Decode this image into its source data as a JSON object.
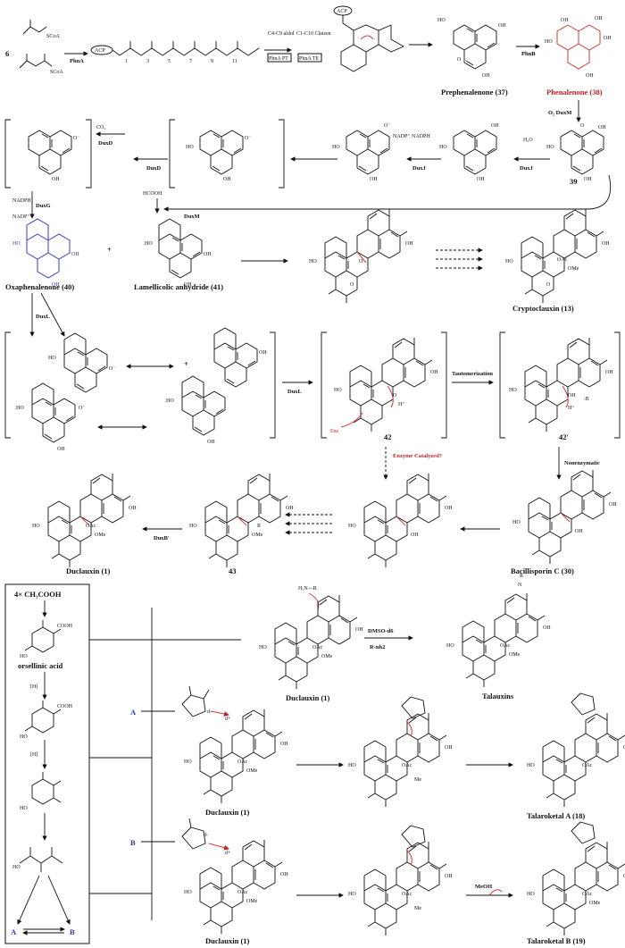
{
  "figure": {
    "row1": {
      "starter": "6",
      "starter_reagent": "SCoA",
      "starter_reagent2": "SCoA",
      "enzyme_phna": "PhnA",
      "acp": "ACP",
      "aldol": "C4-C9\naldol",
      "claisen": "C1-C10\nClaisen",
      "pt": "PhnA PT",
      "te": "PhnA TE",
      "prephenalenone": "Prephenalenone (37)",
      "enzyme_phnb": "PhnB",
      "phenalenone": "Phenalenone (38)"
    },
    "row2": {
      "o2_duxm": "O₂  DuxM",
      "cmpd39": "39",
      "h2o": "H₂O",
      "duxj1": "DuxJ",
      "nadp": "NADP⁺  NADPH",
      "duxj2": "DuxJ",
      "duxd1": "DuxD",
      "co2": "CO₂",
      "duxd2": "DuxD",
      "hcooh": "HCOOH",
      "duxm": "DuxM"
    },
    "row3": {
      "nadph": "NADPH",
      "duxg": "DuxG",
      "nadp_plus": "NADP⁺",
      "oxaphenalenone": "Oxaphenalenone (40)",
      "plus": "+",
      "lamellicolic": "Lamellicolic anhydride (41)",
      "cryptoclauxin": "Cryptoclauxin (13)"
    },
    "row4": {
      "duxl1": "DuxL",
      "duxl2": "DuxL",
      "cmpd42": "42",
      "tautomerization": "Tautomerization",
      "cmpd42p": "42'",
      "enz_label": "Enz",
      "base_label": ":B",
      "h_label": "H⁺",
      "plus": "+"
    },
    "row5": {
      "enzyme_catalyzed": "Enzyme\nCatalyzed?",
      "nonenzymatic": "Nonenzymatic",
      "duclauxin": "Duclauxin (1)",
      "duxb": "DuxB'",
      "cmpd43": "43",
      "bacillisporin": "Bacillisporin C (30)",
      "ome": "OMe",
      "oac": "OAc"
    },
    "side_box": {
      "start": "4×  CH₃COOH",
      "orsellinic": "orsellinic acid",
      "h1": "[H]",
      "h2": "[H]",
      "label_a": "A",
      "label_b": "B"
    },
    "row6": {
      "amine": "H₂N—R",
      "duclauxin": "Duclauxin (1)",
      "solvent": "DMSO-d6",
      "reagent": "R-nh2",
      "talauxins": "Talauxins"
    },
    "row7": {
      "label": "A",
      "delta_minus": "d-",
      "delta_plus": "d+",
      "duclauxin": "Duclauxin (1)",
      "me": "Me",
      "talaroketal_a": "Talaroketal A (18)"
    },
    "row8": {
      "label": "B",
      "delta_minus": "d-",
      "delta_plus": "d+",
      "duclauxin": "Duclauxin (1)",
      "meoh": "MeOH",
      "me": "Me",
      "talaroketal_b": "Talaroketal B (19)"
    },
    "colors": {
      "highlight_red": "#c0262d",
      "highlight_blue": "#2a3bb0",
      "ink": "#111111"
    }
  }
}
